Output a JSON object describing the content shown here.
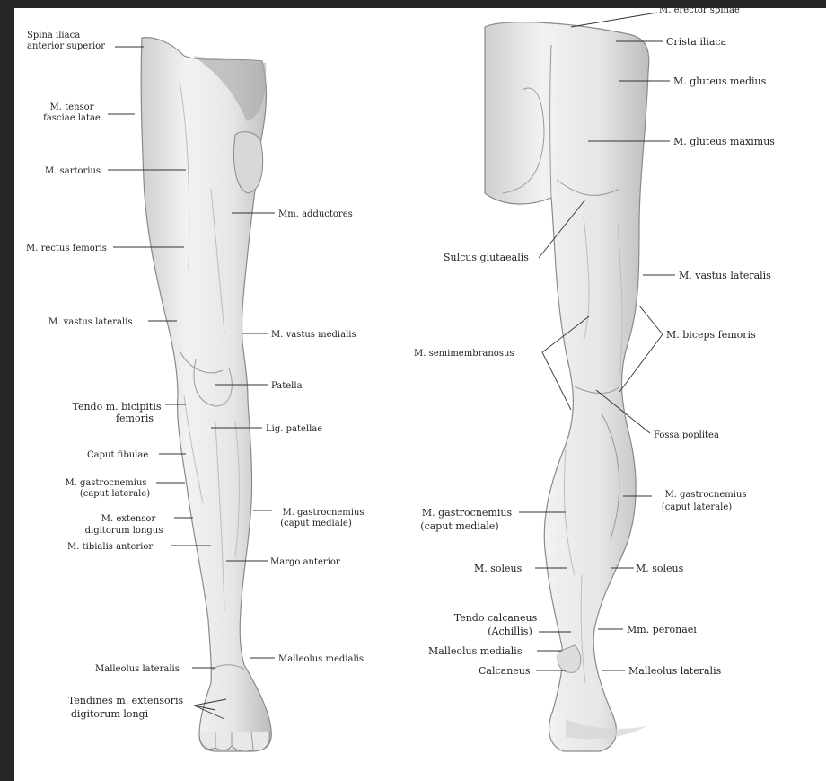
{
  "front_view": {
    "labels": [
      {
        "id": "spina-iliaca",
        "lines": [
          "Spina iliaca",
          "anterior superior"
        ]
      },
      {
        "id": "tensor-fasciae",
        "lines": [
          "M. tensor",
          "fasciae latae"
        ]
      },
      {
        "id": "sartorius",
        "lines": [
          "M. sartorius"
        ]
      },
      {
        "id": "adductores",
        "lines": [
          "Mm. adductores"
        ]
      },
      {
        "id": "rectus-femoris",
        "lines": [
          "M. rectus femoris"
        ]
      },
      {
        "id": "vastus-lateralis",
        "lines": [
          "M. vastus lateralis"
        ]
      },
      {
        "id": "vastus-medialis",
        "lines": [
          "M. vastus medialis"
        ]
      },
      {
        "id": "patella",
        "lines": [
          "Patella"
        ]
      },
      {
        "id": "tendo-bicipitis",
        "lines": [
          "Tendo m. bicipitis",
          "femoris"
        ]
      },
      {
        "id": "lig-patellae",
        "lines": [
          "Lig. patellae"
        ]
      },
      {
        "id": "caput-fibulae",
        "lines": [
          "Caput fibulae"
        ]
      },
      {
        "id": "gastrocnemius-lat",
        "lines": [
          "M. gastrocnemius",
          "(caput laterale)"
        ]
      },
      {
        "id": "gastrocnemius-med",
        "lines": [
          "M. gastrocnemius",
          "(caput mediale)"
        ]
      },
      {
        "id": "extensor-digitorum",
        "lines": [
          "M. extensor",
          "digitorum longus"
        ]
      },
      {
        "id": "tibialis-anterior",
        "lines": [
          "M. tibialis anterior"
        ]
      },
      {
        "id": "margo-anterior",
        "lines": [
          "Margo anterior"
        ]
      },
      {
        "id": "malleolus-lateralis",
        "lines": [
          "Malleolus lateralis"
        ]
      },
      {
        "id": "malleolus-medialis",
        "lines": [
          "Malleolus medialis"
        ]
      },
      {
        "id": "tendines-extensoris",
        "lines": [
          "Tendines m. extensoris",
          "digitorum longi"
        ]
      }
    ]
  },
  "back_view": {
    "labels": [
      {
        "id": "erector-spinae",
        "lines": [
          "M. erector spinae"
        ]
      },
      {
        "id": "crista-iliaca",
        "lines": [
          "Crista iliaca"
        ]
      },
      {
        "id": "gluteus-medius",
        "lines": [
          "M. gluteus medius"
        ]
      },
      {
        "id": "gluteus-maximus",
        "lines": [
          "M. gluteus maximus"
        ]
      },
      {
        "id": "sulcus-glutaealis",
        "lines": [
          "Sulcus glutaealis"
        ]
      },
      {
        "id": "vastus-lateralis",
        "lines": [
          "M. vastus lateralis"
        ]
      },
      {
        "id": "semimembranosus",
        "lines": [
          "M. semimembranosus"
        ]
      },
      {
        "id": "biceps-femoris",
        "lines": [
          "M. biceps femoris"
        ]
      },
      {
        "id": "fossa-poplitea",
        "lines": [
          "Fossa poplitea"
        ]
      },
      {
        "id": "gastrocnemius-med",
        "lines": [
          "M. gastrocnemius",
          "(caput mediale)"
        ]
      },
      {
        "id": "gastrocnemius-lat",
        "lines": [
          "M. gastrocnemius",
          "(caput laterale)"
        ]
      },
      {
        "id": "soleus-left",
        "lines": [
          "M. soleus"
        ]
      },
      {
        "id": "soleus-right",
        "lines": [
          "M. soleus"
        ]
      },
      {
        "id": "tendo-calcaneus",
        "lines": [
          "Tendo calcaneus",
          "(Achillis)"
        ]
      },
      {
        "id": "peronaei",
        "lines": [
          "Mm. peronaei"
        ]
      },
      {
        "id": "malleolus-medialis",
        "lines": [
          "Malleolus medialis"
        ]
      },
      {
        "id": "calcaneus",
        "lines": [
          "Calcaneus"
        ]
      },
      {
        "id": "malleolus-lateralis",
        "lines": [
          "Malleolus lateralis"
        ]
      }
    ]
  },
  "colors": {
    "frame": "#262626",
    "paper": "#ffffff",
    "line": "#333333",
    "text": "#222222"
  }
}
